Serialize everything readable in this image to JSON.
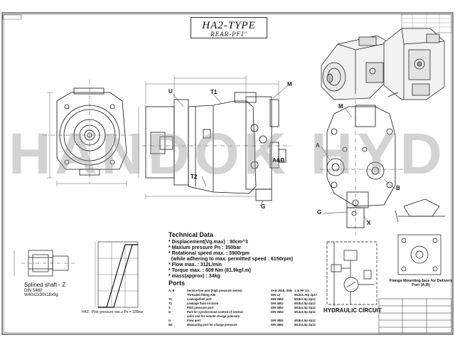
{
  "title": {
    "main": "HA2-TYPE",
    "sub": "REAR-PFI\""
  },
  "watermark": "HANDOK HYD",
  "callouts": {
    "u": "U",
    "t1": "T1",
    "m_side": "M",
    "ab": "A&B",
    "t2": "T2",
    "g_side": "G",
    "m_rear": "M",
    "a": "A",
    "b": "B",
    "g_rear": "G",
    "x": "X"
  },
  "tech": {
    "title": "Technical Data",
    "lines": [
      "* Displacement(Vg.max) : 80cm^3",
      "* Maxium pressure Pn : 350bar",
      "* Rotational speed max. : 3900rpm",
      "  (while adhering to max. permitted speed : 6150rpm)",
      "* Flow max. : 312L/min",
      "* Torque max. : 809 Nm (81.9kgf.m)",
      "* mass(approx) : 34kg"
    ]
  },
  "ports": {
    "title": "Ports",
    "header": [
      "A, B",
      "Service  line port (high pressure series)",
      "SAE J518, /DIN",
      "1 in PF 1in"
    ],
    "rows": [
      [
        "",
        "Threaded fitting A/B",
        "DIN 13",
        "M12x1.75p dp17"
      ],
      [
        "T1",
        "Leakage/fuel port",
        "DIN 3852",
        "M18x1.5p dp12"
      ],
      [
        "T2",
        "Leakage fluid oil drain",
        "DIN 3852",
        "M18x1.5p dp12"
      ],
      [
        "X",
        "Pilot pressure port",
        "DIN 3852",
        "M14x1.5p dp12"
      ],
      [
        "G",
        "Port for synchronous control of several",
        "DIN 3852",
        "M14x1.5p dp12"
      ],
      [
        "",
        "units and for remote charge pressure",
        "",
        ""
      ],
      [
        "U",
        "Flow port",
        "DIN 3852",
        "M18x1.5p dp12"
      ],
      [
        "M1",
        "Measuring port for charge pressure",
        "DIN 3852",
        "M14x1.5p dp12"
      ]
    ]
  },
  "spline": {
    "label": "Splined shaft - Z",
    "sub1": "DIN 5480",
    "sub2": "W40x2x30x18x9g"
  },
  "graph": {
    "note": "HK2 : Pilot pressure rise⊿ Ps = 100bar"
  },
  "circuit_label": "HYDRAULIC CIRCUIT",
  "flange_label": "Flange Mounting face for Delivery Port (A,B)"
}
